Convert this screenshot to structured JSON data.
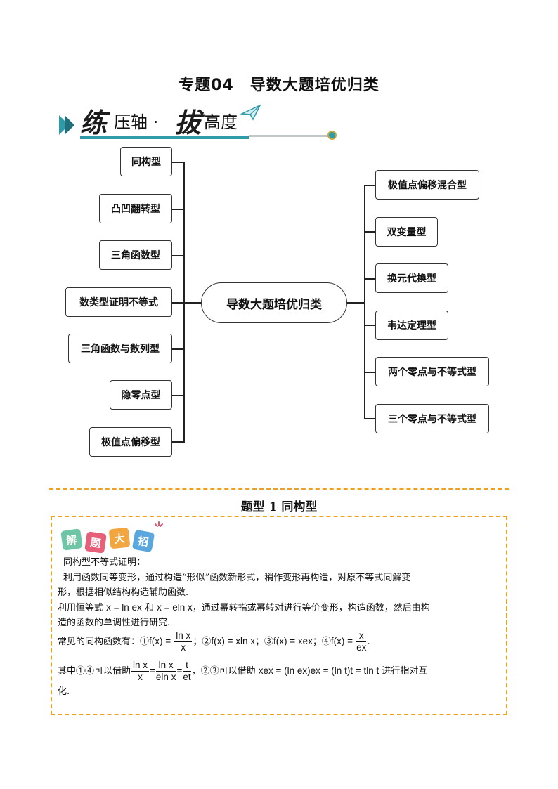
{
  "title": "专题04　导数大题培优归类",
  "banner": {
    "char1": "练",
    "text1": "压轴 ·",
    "char2": "拔",
    "text2": "高度"
  },
  "mindmap": {
    "center": "导数大题培优归类",
    "left": [
      "同构型",
      "凸凹翻转型",
      "三角函数型",
      "数类型证明不等式",
      "三角函数与数列型",
      "隐零点型",
      "极值点偏移型"
    ],
    "right": [
      "极值点偏移混合型",
      "双变量型",
      "换元代换型",
      "韦达定理型",
      "两个零点与不等式型",
      "三个零点与不等式型"
    ]
  },
  "section": {
    "title": "题型 1 同构型",
    "badges": [
      "解",
      "题",
      "大",
      "招"
    ],
    "line1": "同构型不等式证明：",
    "line2": "利用函数同等变形，通过构造“形似”函数新形式，稍作变形再构造，对原不等式同解变",
    "line3": "形，根据相似结构构造辅助函数.",
    "line4a": "利用恒等式",
    "line4b": "x = ln ex",
    "line4c": "和",
    "line4d": "x = eln x",
    "line4e": "，通过幂转指或幂转对进行等价变形，构造函数，然后由构",
    "line5": "造的函数的单调性进行研究.",
    "line6a": "常见的同构函数有：①",
    "f1": "f(x) =",
    "f1num": "ln x",
    "f1den": "x",
    "line6b": "；②",
    "f2": "f(x) = xln x",
    "line6c": "；③",
    "f3": "f(x) = xex",
    "line6d": "；④",
    "f4": "f(x) =",
    "f4num": "x",
    "f4den": "ex",
    "line7a": "其中①④可以借助",
    "g1num": "ln x",
    "g1den": "x",
    "g2num": "ln x",
    "g2den": "eln x",
    "g3num": "t",
    "g3den": "et",
    "line7b": "，②③可以借助",
    "g4": "xex = (ln ex)ex = (ln t)t = tln t",
    "line7c": "进行指对互",
    "line8": "化."
  },
  "colors": {
    "accent": "#2f9aa8",
    "dash": "#f0a020"
  }
}
